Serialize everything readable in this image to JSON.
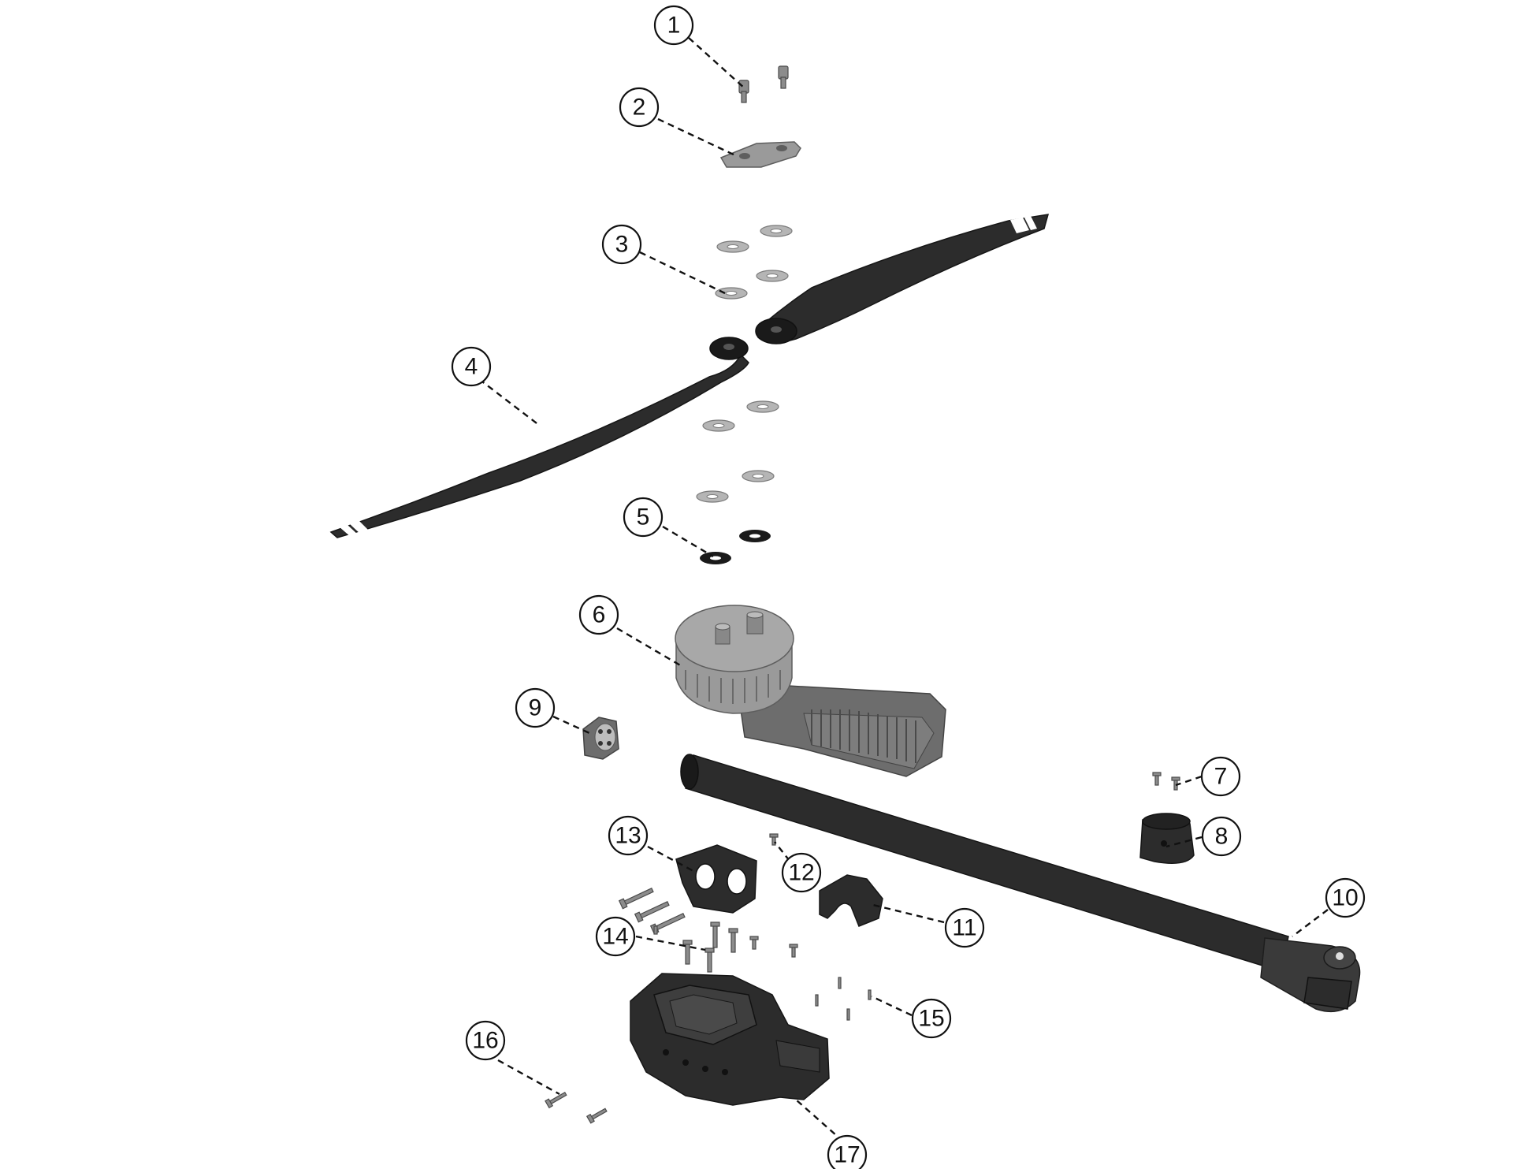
{
  "callouts": [
    {
      "id": "callout-1",
      "label": "1"
    },
    {
      "id": "callout-2",
      "label": "2"
    },
    {
      "id": "callout-3",
      "label": "3"
    },
    {
      "id": "callout-4",
      "label": "4"
    },
    {
      "id": "callout-5",
      "label": "5"
    },
    {
      "id": "callout-6",
      "label": "6"
    },
    {
      "id": "callout-7",
      "label": "7"
    },
    {
      "id": "callout-8",
      "label": "8"
    },
    {
      "id": "callout-9",
      "label": "9"
    },
    {
      "id": "callout-10",
      "label": "10"
    },
    {
      "id": "callout-11",
      "label": "11"
    },
    {
      "id": "callout-12",
      "label": "12"
    },
    {
      "id": "callout-13",
      "label": "13"
    },
    {
      "id": "callout-14",
      "label": "14"
    },
    {
      "id": "callout-15",
      "label": "15"
    },
    {
      "id": "callout-16",
      "label": "16"
    },
    {
      "id": "callout-17",
      "label": "17"
    }
  ],
  "colors": {
    "line": "#111111",
    "background": "#ffffff",
    "carbon": "#2c2c2c",
    "metal": "#9a9a9a"
  }
}
